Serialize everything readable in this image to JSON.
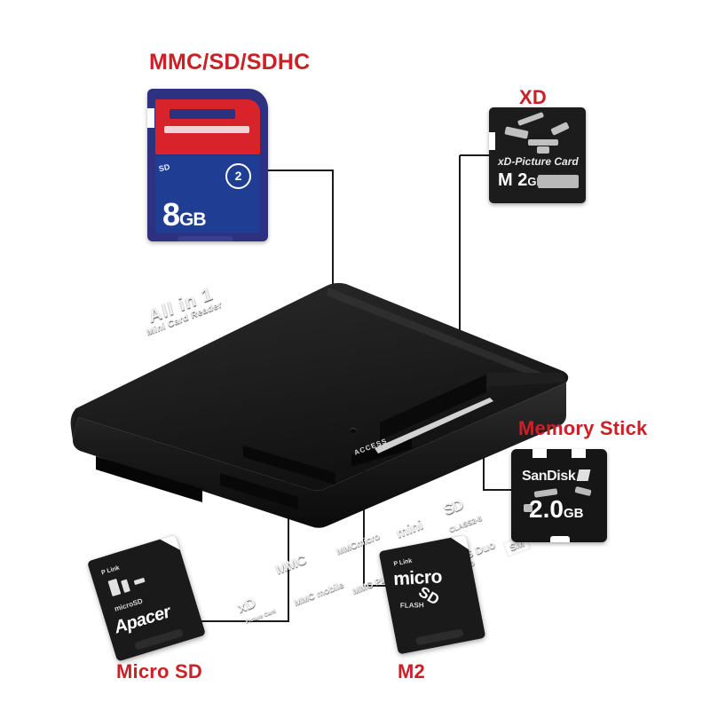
{
  "image": {
    "subject": "All in 1 Mini Card Reader with memory cards",
    "background_color": "#ffffff",
    "label_color": "#cc2026",
    "leader_line_color": "#1a1a1a",
    "leader_dot_color": "#e01b1b"
  },
  "callouts": [
    {
      "id": "mmc_sd_sdhc",
      "label": "MMC/SD/SDHC"
    },
    {
      "id": "xd",
      "label": "XD"
    },
    {
      "id": "memory_stick",
      "label": "Memory Stick"
    },
    {
      "id": "micro_sd",
      "label": "Micro SD"
    },
    {
      "id": "m2",
      "label": "M2"
    }
  ],
  "reader": {
    "brand_line1": "All in 1",
    "brand_line2": "Mini Card Reader",
    "access_label": "ACCESS",
    "body_color": "#1b1b1b",
    "supported_logos": [
      "SD",
      "CLASS2-8",
      "mini",
      "MMCmicro",
      "MMC",
      "MMC mobile",
      "MMC PLUS",
      "MS",
      "MS Duo",
      "PRO",
      "xD",
      "Picture Card",
      "SM"
    ]
  },
  "cards": {
    "sd": {
      "name": "SD card",
      "capacity": "8",
      "capacity_unit": "GB",
      "speed_class": "2",
      "body_color": "#1f3d92",
      "band_color": "#d8232a",
      "brandmark": "SD"
    },
    "xd": {
      "name": "xD-Picture Card",
      "type_text": "xD-Picture Card",
      "capacity": "M 2",
      "capacity_unit": "GB",
      "body_color": "#1c1c1c"
    },
    "memory_stick": {
      "name": "SanDisk Memory Stick Micro M2",
      "brand": "SanDisk",
      "capacity": "2.0",
      "capacity_unit": "GB",
      "body_color": "#161616"
    },
    "micro_sd": {
      "name": "Apacer microSD",
      "brand": "Apacer",
      "top_text": "P Link",
      "sub_text": "microSD",
      "body_color": "#1a1a1a"
    },
    "m2": {
      "name": "microSD / M2 card",
      "top_text": "P Link",
      "micro_text": "micro",
      "sd_text": "SD",
      "sub_text": "FLASH",
      "body_color": "#1a1a1a"
    }
  }
}
